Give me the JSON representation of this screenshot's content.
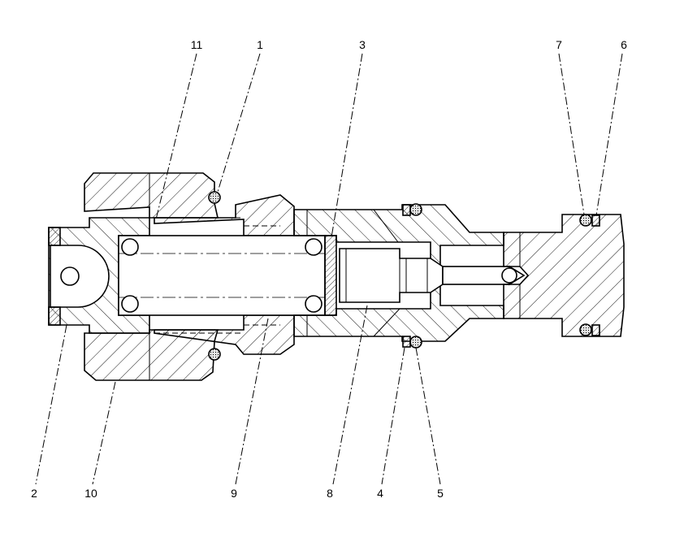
{
  "diagram": {
    "colors": {
      "line": "#000000",
      "background": "#ffffff",
      "seal_fill": "#e0e0e0"
    },
    "callouts": [
      {
        "id": "c1",
        "label": "1"
      },
      {
        "id": "c2",
        "label": "2"
      },
      {
        "id": "c3",
        "label": "3"
      },
      {
        "id": "c4",
        "label": "4"
      },
      {
        "id": "c5",
        "label": "5"
      },
      {
        "id": "c6",
        "label": "6"
      },
      {
        "id": "c7",
        "label": "7"
      },
      {
        "id": "c8",
        "label": "8"
      },
      {
        "id": "c9",
        "label": "9"
      },
      {
        "id": "c10",
        "label": "10"
      },
      {
        "id": "c11",
        "label": "11"
      }
    ]
  }
}
